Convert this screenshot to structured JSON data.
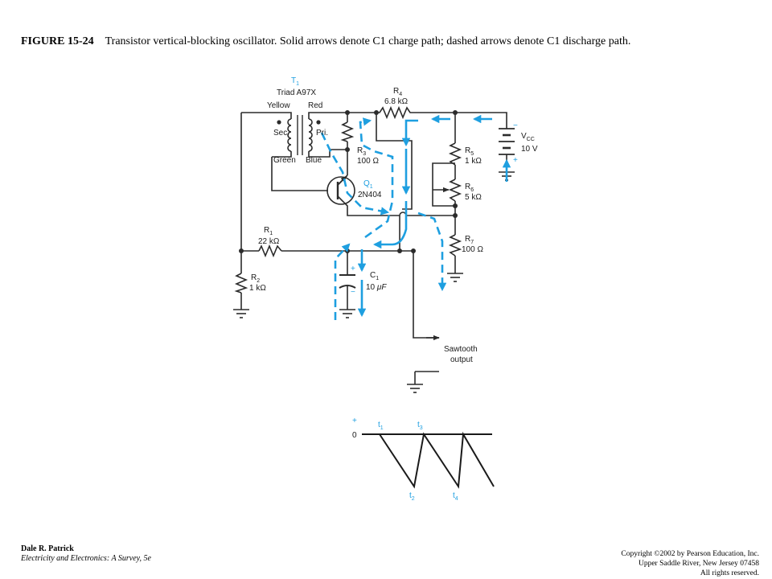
{
  "caption": {
    "figure_number": "FIGURE 15-24",
    "text": "Transistor vertical-blocking oscillator. Solid arrows denote C1 charge path; dashed arrows denote C1 discharge path."
  },
  "circuit": {
    "transformer": {
      "ref": "T",
      "ref_sub": "1",
      "model": "Triad A97X",
      "yellow": "Yellow",
      "red": "Red",
      "secondary": "Sec.",
      "primary": "Pri.",
      "green": "Green",
      "blue": "Blue"
    },
    "r4": {
      "ref": "R",
      "sub": "4",
      "value": "6.8 kΩ"
    },
    "r3": {
      "ref": "R",
      "sub": "3",
      "value": "100 Ω"
    },
    "q1": {
      "ref": "Q",
      "sub": "1",
      "model": "2N404"
    },
    "r5": {
      "ref": "R",
      "sub": "5",
      "value": "1 kΩ"
    },
    "r6": {
      "ref": "R",
      "sub": "6",
      "value": "5 kΩ"
    },
    "r7": {
      "ref": "R",
      "sub": "7",
      "value": "100 Ω"
    },
    "r1": {
      "ref": "R",
      "sub": "1",
      "value": "22 kΩ"
    },
    "r2": {
      "ref": "R",
      "sub": "2",
      "value": "1 kΩ"
    },
    "c1": {
      "ref": "C",
      "sub": "1",
      "value_prefix": "10 ",
      "value_unit": "μF",
      "plus": "+",
      "minus": "−"
    },
    "vcc": {
      "ref": "V",
      "sub": "CC",
      "value": "10 V",
      "plus": "+",
      "minus": "−"
    },
    "output_line1": "Sawtooth",
    "output_line2": "output"
  },
  "waveform": {
    "plus": "+",
    "zero": "0",
    "t1": "t",
    "t1_sub": "1",
    "t2": "t",
    "t2_sub": "2",
    "t3": "t",
    "t3_sub": "3",
    "t4": "t",
    "t4_sub": "4"
  },
  "footer": {
    "author": "Dale R. Patrick",
    "book": "Electricity and Electronics: A Survey, 5e",
    "copyright": "Copyright ©2002 by Pearson Education, Inc.",
    "address": "Upper Saddle River, New Jersey 07458",
    "rights": "All rights reserved."
  },
  "colors": {
    "path_arrows": "#1e9fe0",
    "wire": "#2b2b2b"
  }
}
